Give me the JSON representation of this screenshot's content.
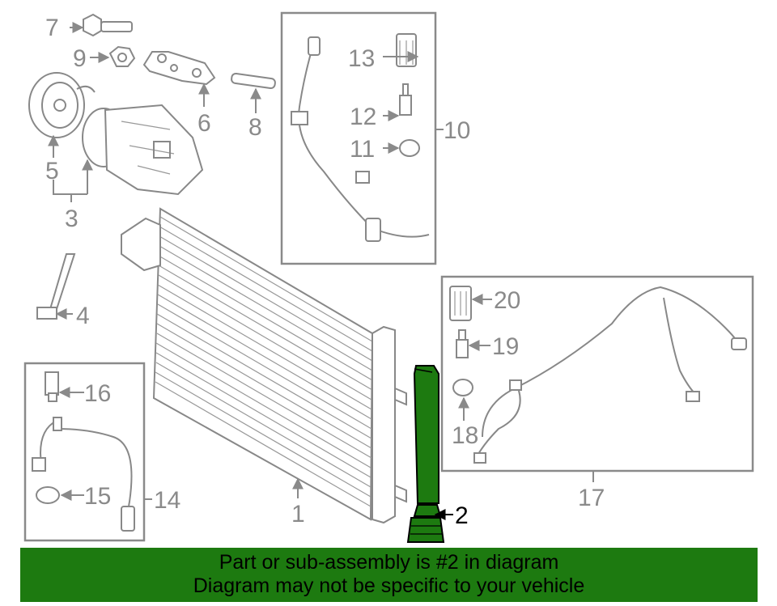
{
  "highlight_color": "#1d7a10",
  "callouts": {
    "c1": "1",
    "c2": "2",
    "c3": "3",
    "c4": "4",
    "c5": "5",
    "c6": "6",
    "c7": "7",
    "c8": "8",
    "c9": "9",
    "c10": "10",
    "c11": "11",
    "c12": "12",
    "c13": "13",
    "c14": "14",
    "c15": "15",
    "c16": "16",
    "c17": "17",
    "c18": "18",
    "c19": "19",
    "c20": "20"
  },
  "footer": {
    "line1": "Part or sub-assembly is #2 in diagram",
    "line2": "Diagram may not be specific to your vehicle"
  }
}
